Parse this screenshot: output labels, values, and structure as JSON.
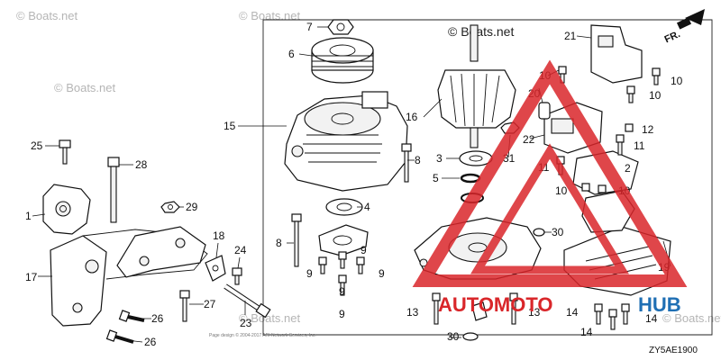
{
  "watermark": {
    "text": "© Boats.net",
    "header_text": "© Boats.net",
    "positions_note": "repeated"
  },
  "diagram_code": "ZY5AE1900",
  "orientation_label": "FR.",
  "brand_overlay": {
    "part1": "AUTOMOTO",
    "part2": "HUB",
    "color_primary": "#d9262a",
    "color_secondary": "#1f6fb4"
  },
  "footer_text": "Page design © 2004-2017 ARI Network Services, Inc.",
  "callouts": [
    {
      "id": "c1",
      "label": "1"
    },
    {
      "id": "c2",
      "label": "2"
    },
    {
      "id": "c3",
      "label": "3"
    },
    {
      "id": "c4",
      "label": "4"
    },
    {
      "id": "c5",
      "label": "5"
    },
    {
      "id": "c6",
      "label": "6"
    },
    {
      "id": "c7",
      "label": "7"
    },
    {
      "id": "c8a",
      "label": "8"
    },
    {
      "id": "c8b",
      "label": "8"
    },
    {
      "id": "c9a",
      "label": "9"
    },
    {
      "id": "c9b",
      "label": "9"
    },
    {
      "id": "c9c",
      "label": "9"
    },
    {
      "id": "c9d",
      "label": "9"
    },
    {
      "id": "c9e",
      "label": "9"
    },
    {
      "id": "c10a",
      "label": "10"
    },
    {
      "id": "c10b",
      "label": "10"
    },
    {
      "id": "c10c",
      "label": "10"
    },
    {
      "id": "c10d",
      "label": "10"
    },
    {
      "id": "c10e",
      "label": "10"
    },
    {
      "id": "c11a",
      "label": "11"
    },
    {
      "id": "c11b",
      "label": "11"
    },
    {
      "id": "c12",
      "label": "12"
    },
    {
      "id": "c13a",
      "label": "13"
    },
    {
      "id": "c13b",
      "label": "13"
    },
    {
      "id": "c14a",
      "label": "14"
    },
    {
      "id": "c14b",
      "label": "14"
    },
    {
      "id": "c14c",
      "label": "14"
    },
    {
      "id": "c15",
      "label": "15"
    },
    {
      "id": "c16",
      "label": "16"
    },
    {
      "id": "c17",
      "label": "17"
    },
    {
      "id": "c18",
      "label": "18"
    },
    {
      "id": "c19",
      "label": "19"
    },
    {
      "id": "c20",
      "label": "20"
    },
    {
      "id": "c21",
      "label": "21"
    },
    {
      "id": "c22",
      "label": "22"
    },
    {
      "id": "c23",
      "label": "23"
    },
    {
      "id": "c24",
      "label": "24"
    },
    {
      "id": "c25",
      "label": "25"
    },
    {
      "id": "c26a",
      "label": "26"
    },
    {
      "id": "c26b",
      "label": "26"
    },
    {
      "id": "c27",
      "label": "27"
    },
    {
      "id": "c28",
      "label": "28"
    },
    {
      "id": "c29",
      "label": "29"
    },
    {
      "id": "c30a",
      "label": "30"
    },
    {
      "id": "c30b",
      "label": "30"
    },
    {
      "id": "c31",
      "label": "31"
    }
  ]
}
